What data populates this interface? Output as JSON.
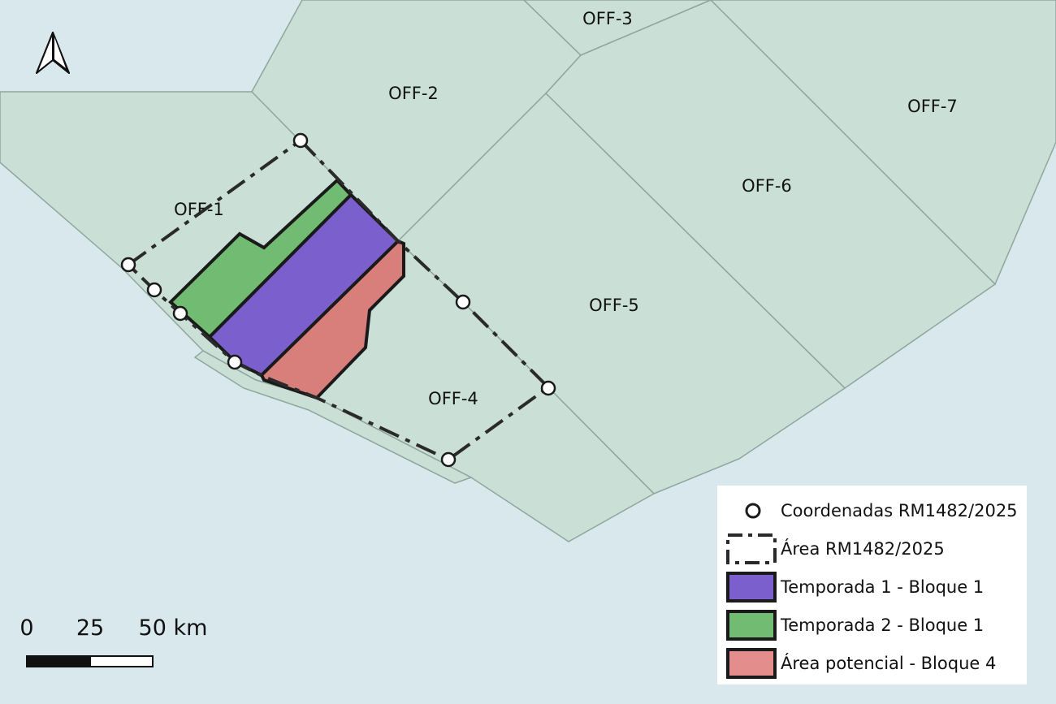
{
  "map": {
    "colors": {
      "sea": "#d8e8ec",
      "block_fill": "#cae0d7",
      "block_outline": "#8fa69d",
      "temporada1": "#7b5fcd",
      "temporada2": "#72bb72",
      "area_potencial": "#d87f7b",
      "outline": "#1a1a1a"
    },
    "blocks": [
      "OFF-1",
      "OFF-2",
      "OFF-3",
      "OFF-4",
      "OFF-5",
      "OFF-6",
      "OFF-7"
    ],
    "north_arrow": "north-arrow-icon"
  },
  "scale_bar": {
    "labels": [
      "0",
      "25",
      "50 km"
    ]
  },
  "legend": {
    "items": [
      {
        "label": "Coordenadas RM1482/2025",
        "symbol": "circle-marker-icon"
      },
      {
        "label": "Área RM1482/2025",
        "symbol": "dashed-outline-icon"
      },
      {
        "label": "Temporada 1 - Bloque 1",
        "symbol": "purple-fill-icon"
      },
      {
        "label": "Temporada 2 - Bloque 1",
        "symbol": "green-fill-icon"
      },
      {
        "label": "Área potencial - Bloque 4",
        "symbol": "red-fill-icon"
      }
    ]
  }
}
